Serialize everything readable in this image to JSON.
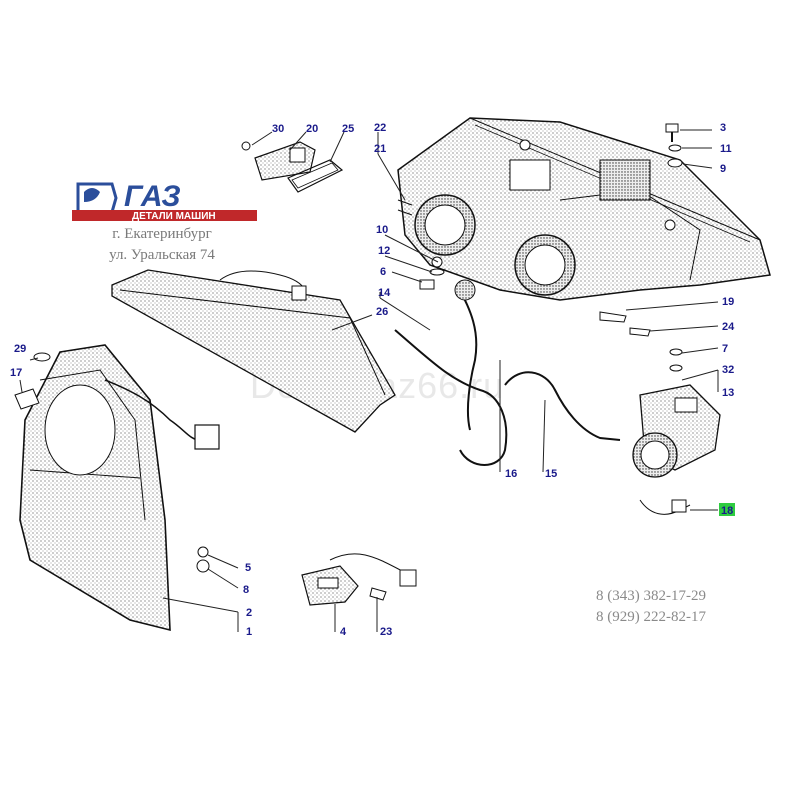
{
  "logo": {
    "brand": "ГАЗ",
    "subtitle": "ДЕТАЛИ МАШИН",
    "brand_color": "#2b4e9b",
    "accent_color": "#c0282a"
  },
  "address": {
    "line1": "г. Екатеринбург",
    "line2": "ул. Уральская 74"
  },
  "watermark": "DetaliGaz66.ru",
  "phones": [
    "8 (343) 382-17-29",
    "8 (929) 222-82-17"
  ],
  "callouts": {
    "c30": "30",
    "c20": "20",
    "c25": "25",
    "c22": "22",
    "c21": "21",
    "c3": "3",
    "c11": "11",
    "c9": "9",
    "c10": "10",
    "c12": "12",
    "c6": "6",
    "c14": "14",
    "c26": "26",
    "c19": "19",
    "c24": "24",
    "c7": "7",
    "c32": "32",
    "c13": "13",
    "c29": "29",
    "c17": "17",
    "c16": "16",
    "c15": "15",
    "c18": "18",
    "c5": "5",
    "c8": "8",
    "c2": "2",
    "c1": "1",
    "c4": "4",
    "c23": "23"
  },
  "highlighted_callout": "18"
}
